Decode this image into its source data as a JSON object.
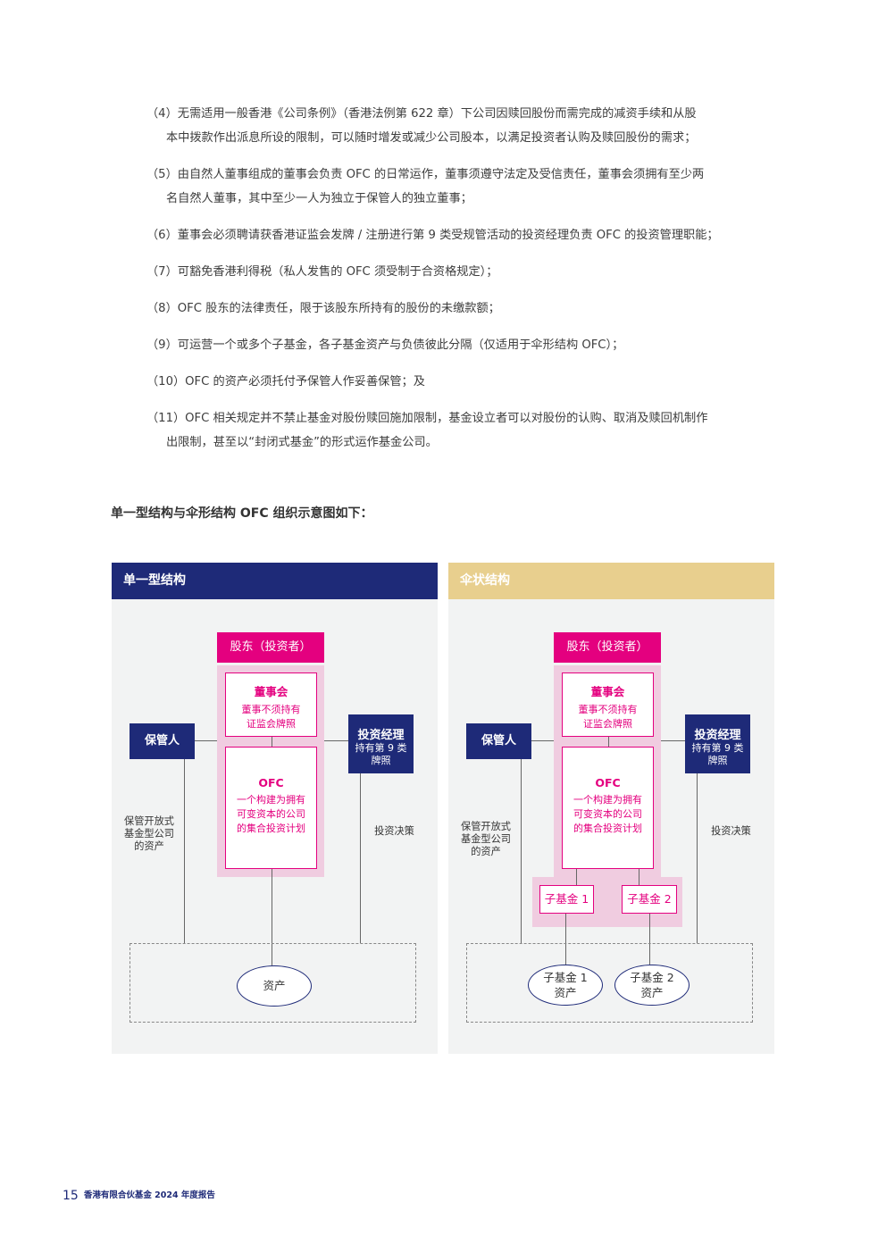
{
  "items": [
    {
      "first": "（4）无需适用一般香港《公司条例》（香港法例第 622 章）下公司因赎回股份而需完成的减资手续和从股",
      "cont": "本中拨款作出派息所设的限制，可以随时增发或减少公司股本，以满足投资者认购及赎回股份的需求；"
    },
    {
      "first": "（5）由自然人董事组成的董事会负责 OFC 的日常运作，董事须遵守法定及受信责任，董事会须拥有至少两",
      "cont": "名自然人董事，其中至少一人为独立于保管人的独立董事；"
    },
    {
      "first": "（6）董事会必须聘请获香港证监会发牌 / 注册进行第 9 类受规管活动的投资经理负责 OFC 的投资管理职能；",
      "cont": ""
    },
    {
      "first": "（7）可豁免香港利得税（私人发售的 OFC 须受制于合资格规定）；",
      "cont": ""
    },
    {
      "first": "（8）OFC 股东的法律责任，限于该股东所持有的股份的未缴款额；",
      "cont": ""
    },
    {
      "first": "（9）可运营一个或多个子基金，各子基金资产与负债彼此分隔（仅适用于伞形结构 OFC）；",
      "cont": ""
    },
    {
      "first": "（10）OFC 的资产必须托付予保管人作妥善保管；及",
      "cont": ""
    },
    {
      "first": "（11）OFC 相关规定并不禁止基金对股份赎回施加限制，基金设立者可以对股份的认购、取消及赎回机制作",
      "cont": "出限制，甚至以“封闭式基金”的形式运作基金公司。"
    }
  ],
  "diagram_title": "单一型结构与伞形结构 OFC 组织示意图如下：",
  "single": {
    "header": "单一型结构",
    "shareholders": "股东（投资者）",
    "board_title": "董事会",
    "board_desc1": "董事不须持有",
    "board_desc2": "证监会牌照",
    "ofc_title": "OFC",
    "ofc_desc1": "一个构建为拥有",
    "ofc_desc2": "可变资本的公司",
    "ofc_desc3": "的集合投资计划",
    "custodian": "保管人",
    "manager_title": "投资经理",
    "manager_desc1": "持有第 9 类",
    "manager_desc2": "牌照",
    "custody_label1": "保管开放式",
    "custody_label2": "基金型公司",
    "custody_label3": "的资产",
    "decision_label": "投资决策",
    "assets": "资产"
  },
  "umbrella": {
    "header": "伞状结构",
    "shareholders": "股东（投资者）",
    "board_title": "董事会",
    "board_desc1": "董事不须持有",
    "board_desc2": "证监会牌照",
    "ofc_title": "OFC",
    "ofc_desc1": "一个构建为拥有",
    "ofc_desc2": "可变资本的公司",
    "ofc_desc3": "的集合投资计划",
    "custodian": "保管人",
    "manager_title": "投资经理",
    "manager_desc1": "持有第 9 类",
    "manager_desc2": "牌照",
    "custody_label1": "保管开放式",
    "custody_label2": "基金型公司",
    "custody_label3": "的资产",
    "decision_label": "投资决策",
    "subfund1": "子基金 1",
    "subfund2": "子基金 2",
    "asset1_a": "子基金 1",
    "asset1_b": "资产",
    "asset2_a": "子基金 2",
    "asset2_b": "资产"
  },
  "footer": {
    "page": "15",
    "title": "香港有限合伙基金 2024 年度报告"
  },
  "colors": {
    "navy": "#1e2a78",
    "gold": "#e8cf8e",
    "pink": "#e4007f",
    "pink_light": "#f0cce0",
    "panel": "#f2f3f3"
  }
}
